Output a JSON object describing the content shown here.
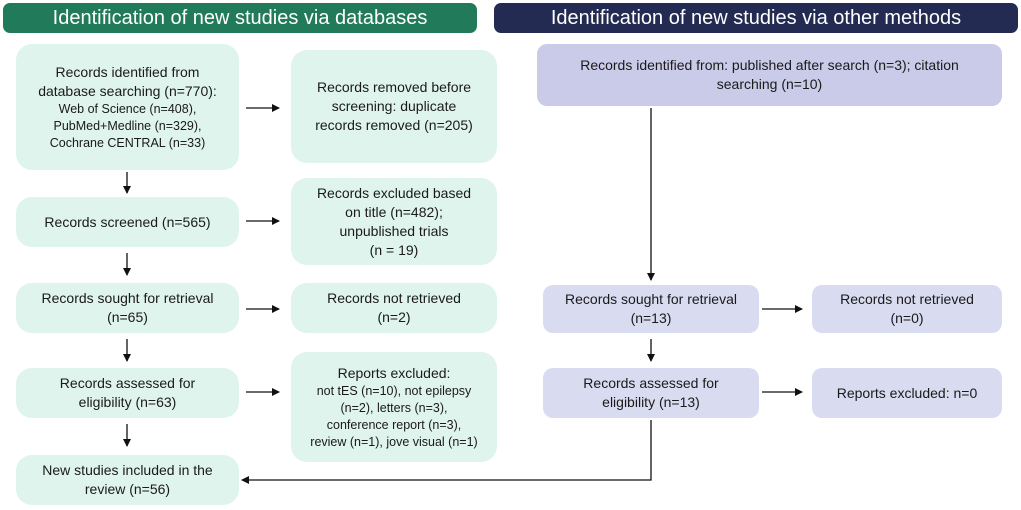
{
  "colors": {
    "databases_header": "#217a5a",
    "other_header": "#232b52",
    "green_box": "#dff4ec",
    "purple_box": "#d9dbf1",
    "purple_box_top": "#c9cbe8"
  },
  "headers": {
    "databases": "Identification of new studies via databases",
    "other": "Identification of new studies via other methods"
  },
  "databases": {
    "identified": {
      "line1": "Records identified from",
      "line2": "database searching (n=770):",
      "sub1": "Web of Science (n=408),",
      "sub2": "PubMed+Medline (n=329),",
      "sub3": "Cochrane CENTRAL (n=33)"
    },
    "removed": {
      "line1": "Records removed before",
      "line2": "screening: duplicate",
      "line3": "records removed (n=205)"
    },
    "screened": "Records screened (n=565)",
    "excluded": {
      "line1": "Records excluded based",
      "line2": "on title (n=482);",
      "line3": "unpublished trials",
      "line4": "(n = 19)"
    },
    "sought": {
      "line1": "Records sought for retrieval",
      "line2": "(n=65)"
    },
    "not_retrieved": {
      "line1": "Records not retrieved",
      "line2": "(n=2)"
    },
    "assessed": {
      "line1": "Records assessed for",
      "line2": "eligibility (n=63)"
    },
    "reports_excluded": {
      "title": "Reports excluded:",
      "sub1": "not tES (n=10), not epilepsy",
      "sub2": "(n=2), letters (n=3),",
      "sub3": "conference report (n=3),",
      "sub4": "review (n=1), jove visual (n=1)"
    },
    "included": {
      "line1": "New studies included in the",
      "line2": "review (n=56)"
    }
  },
  "other": {
    "identified": {
      "line1": "Records identified from: published after search (n=3); citation",
      "line2": "searching (n=10)"
    },
    "sought": {
      "line1": "Records sought for retrieval",
      "line2": "(n=13)"
    },
    "not_retrieved": {
      "line1": "Records not retrieved",
      "line2": "(n=0)"
    },
    "assessed": {
      "line1": "Records assessed for",
      "line2": "eligibility (n=13)"
    },
    "reports_excluded": "Reports excluded: n=0"
  }
}
